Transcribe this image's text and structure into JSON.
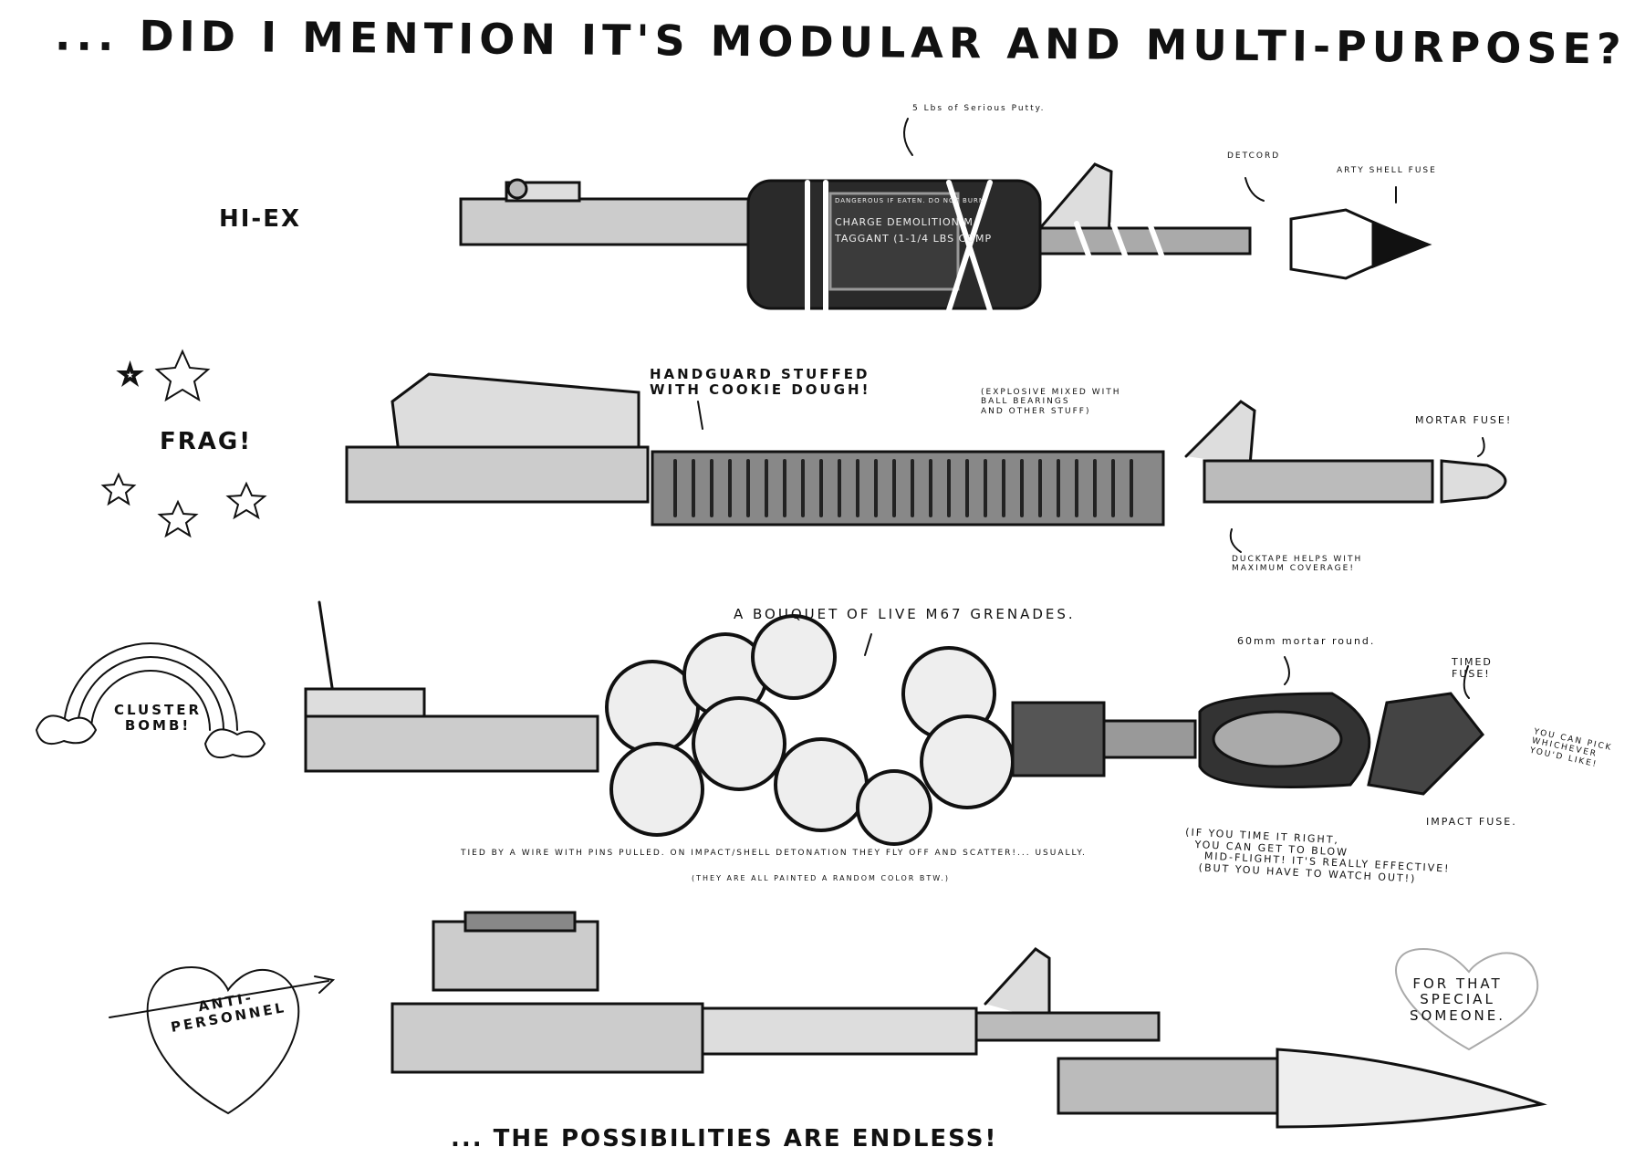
{
  "title": "... Did I mention it's modular and multi-purpose?",
  "footer": "... The possibilities are endless!",
  "rows": [
    {
      "name": "hi-ex",
      "badge": "Hi-Ex",
      "annotations": {
        "putty": "5 Lbs of Serious Putty.",
        "detcord": "Detcord",
        "fuse": "Arty shell fuse"
      },
      "charge_label": [
        "Dangerous if eaten. Do not burn",
        "Charge Demolition M",
        "Taggant (1-1/4 lbs comp"
      ]
    },
    {
      "name": "frag",
      "badge": "Frag!",
      "annotations": {
        "handguard": "Handguard stuffed\nwith cookie dough!",
        "explosive": "(Explosive mixed with\nball bearings\nand other stuff)",
        "fuse": "Mortar fuse!",
        "ducktape": "Ducktape helps with\nmaximum coverage!"
      }
    },
    {
      "name": "cluster-bomb",
      "badge": "Cluster\nBomb!",
      "annotations": {
        "bouquet": "A bouquet of live M67 grenades.",
        "mortar": "60mm mortar round.",
        "timed": "Timed\nfuse!",
        "pick": "You can pick\nwhichever\nyou'd like!",
        "impact": "Impact fuse.",
        "tied": "Tied by a wire with pins pulled. On impact/shell detonation they fly off and scatter!... usually.",
        "painted": "(They are all painted a random color btw.)",
        "timing": "(If you time it right,\n  you can get to blow\n    mid-flight! It's really effective!\n   (But you have to watch out!)"
      }
    },
    {
      "name": "anti-personnel",
      "badge": "Anti-\npersonnel",
      "annotations": {
        "special": "For that\nspecial\nsomeone."
      }
    }
  ]
}
